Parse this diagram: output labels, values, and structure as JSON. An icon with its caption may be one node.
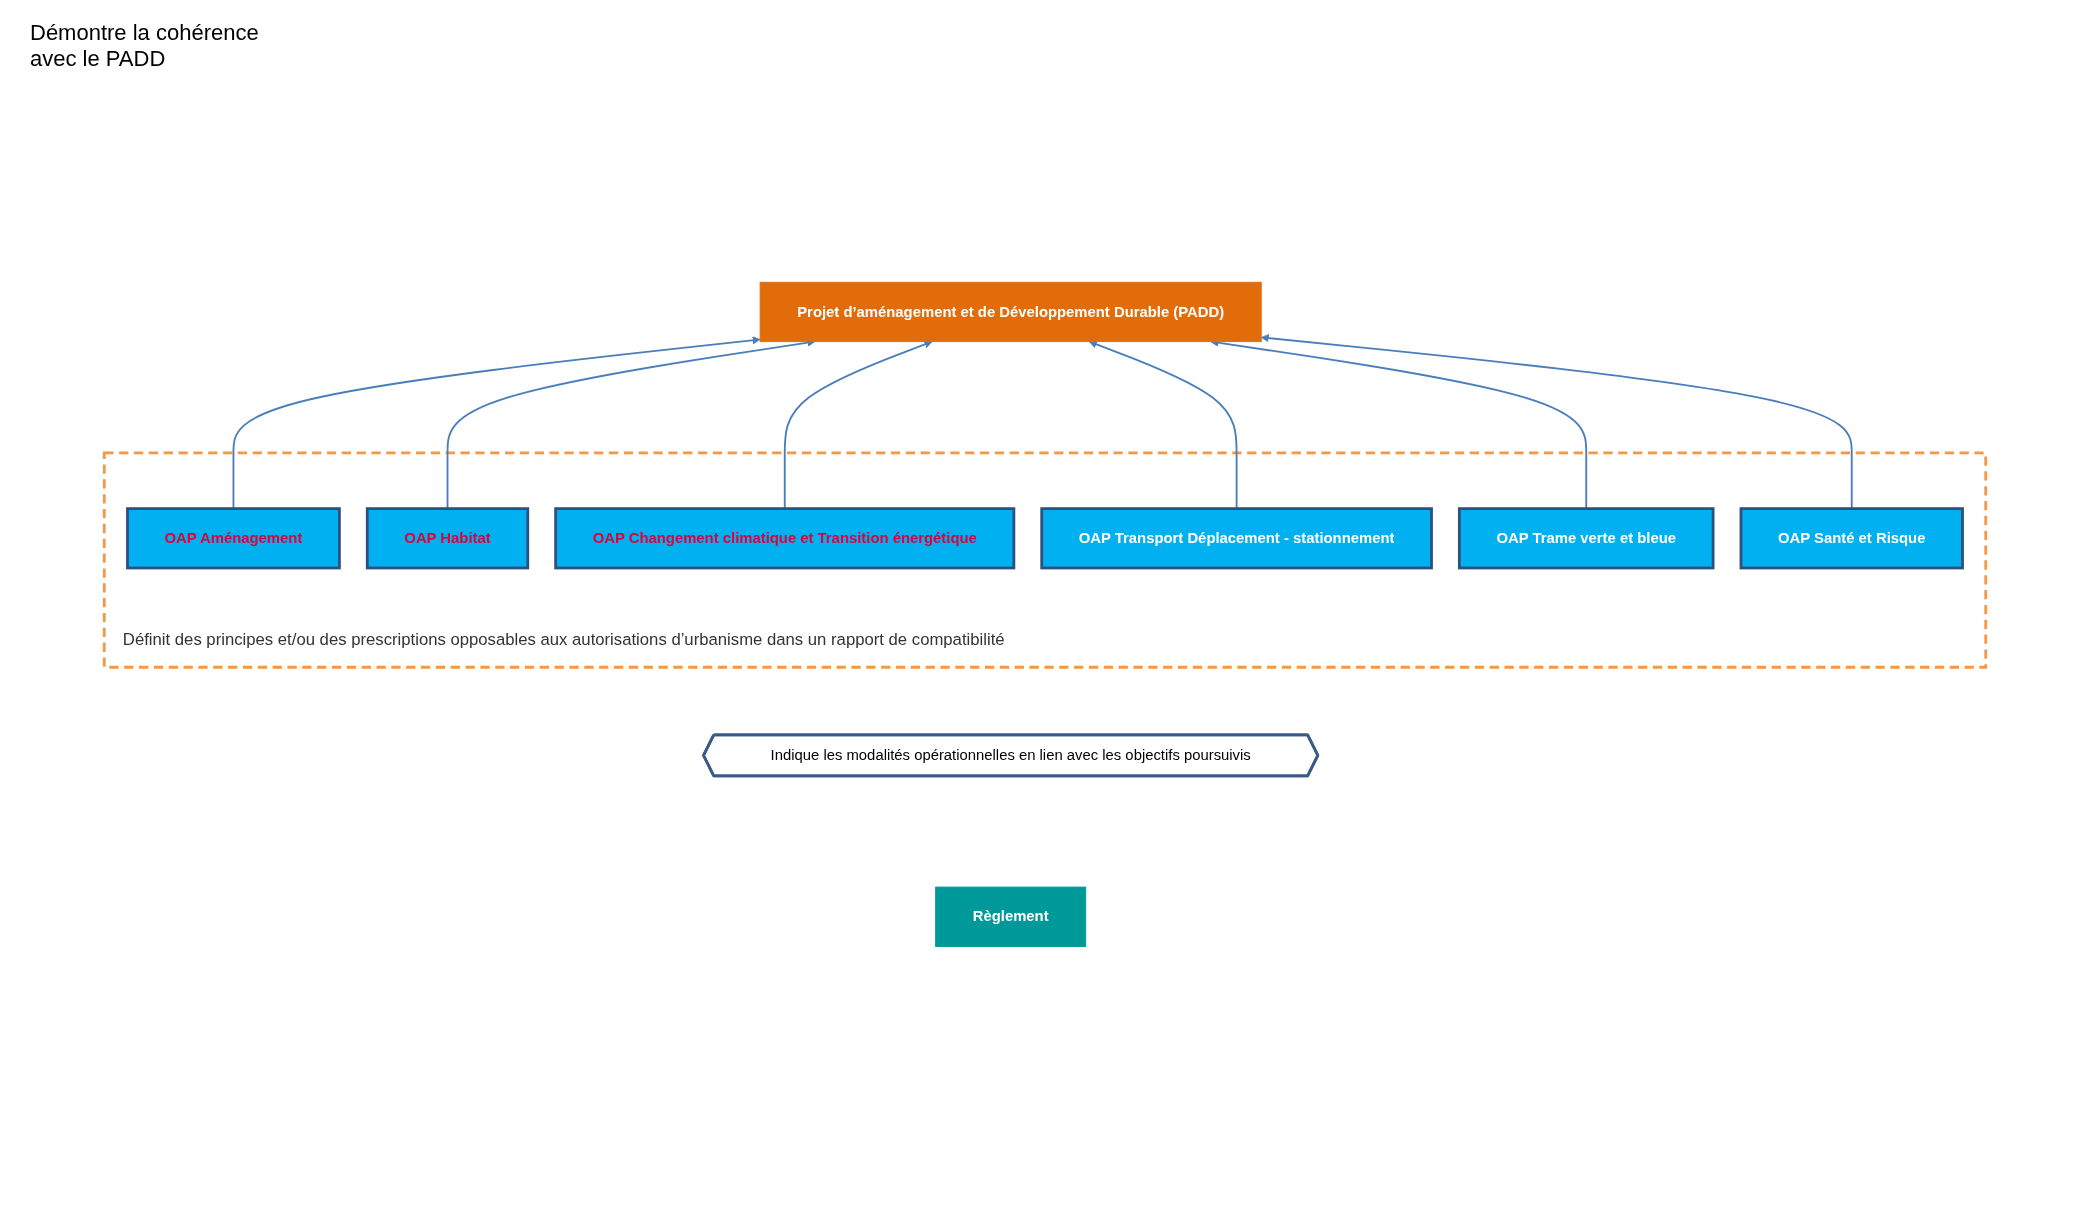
{
  "diagram": {
    "nodes": [
      {
        "text": [
          "Projet d’aménagement et de Développement Durable (PADD)"
        ]
      },
      {
        "text": [
          "Définit des principes et/ou des prescriptions opposables aux autorisations d’urbanisme dans un rapport de compatibilité"
        ]
      },
      {
        "text": [
          "OAP Aménagement"
        ],
        "in": 1
      },
      {
        "text": [
          "OAP Habitat"
        ],
        "in": 1
      },
      {
        "text": [
          "OAP Changement climatique et Transition énergétique"
        ],
        "in": 1
      },
      {
        "text": [
          "OAP Transport Déplacement - stationnement"
        ],
        "in": 1
      },
      {
        "text": [
          "OAP Trame verte et bleue"
        ],
        "in": 1
      },
      {
        "text": [
          "OAP Santé et Risque"
        ],
        "in": 1
      },
      {
        "text": [
          "Indique les modalités opérationnelles en lien avec les objectifs poursuivis"
        ]
      },
      {
        "text": [
          "Règlement"
        ]
      }
    ],
    "edges": [
      {
        "from": 2,
        "to": 0,
        "arrow": "to"
      },
      {
        "from": 3,
        "to": 0,
        "arrow": "to"
      },
      {
        "from": 4,
        "to": 0,
        "arrow": "to"
      },
      {
        "from": 5,
        "to": 0,
        "arrow": "to"
      },
      {
        "from": 6,
        "to": 0,
        "arrow": "to"
      },
      {
        "from": 7,
        "to": 0,
        "arrow": "to"
      }
    ],
    "labels": [
      "Démontre la cohérence avec le PADD"
    ]
  }
}
